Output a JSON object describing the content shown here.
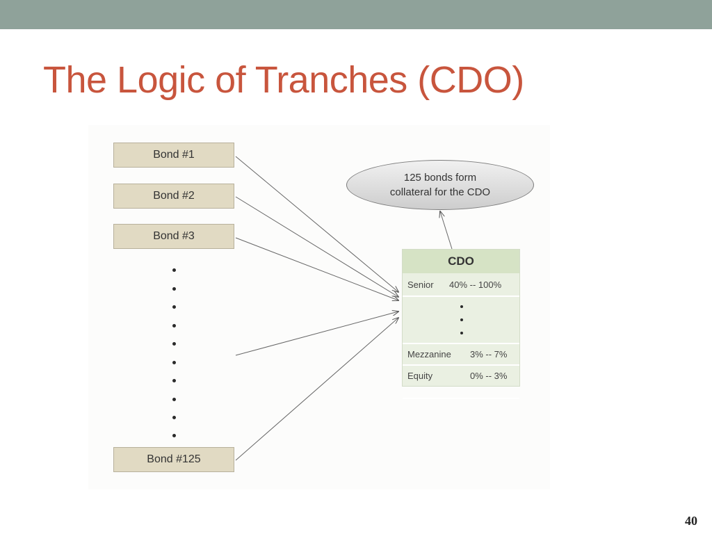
{
  "slide": {
    "title": "The Logic of Tranches (CDO)",
    "page_number": "40",
    "top_bar_color": "#8fa29a",
    "title_color": "#c8553d"
  },
  "diagram": {
    "bonds": [
      "Bond #1",
      "Bond #2",
      "Bond #3",
      "Bond #125"
    ],
    "ellipsis_dots": 10,
    "callout": {
      "line1": "125 bonds form",
      "line2": "collateral for the CDO"
    },
    "cdo": {
      "header": "CDO",
      "tranches": [
        {
          "name": "Senior",
          "range": "40%  -- 100%"
        },
        {
          "name": "Mezzanine",
          "range": "3% -- 7%"
        },
        {
          "name": "Equity",
          "range": "0% -- 3%"
        }
      ]
    },
    "colors": {
      "bond_fill": "#e1dac3",
      "cdo_header_fill": "#d6e3c5",
      "cdo_body_fill": "#eaf0e2"
    }
  }
}
